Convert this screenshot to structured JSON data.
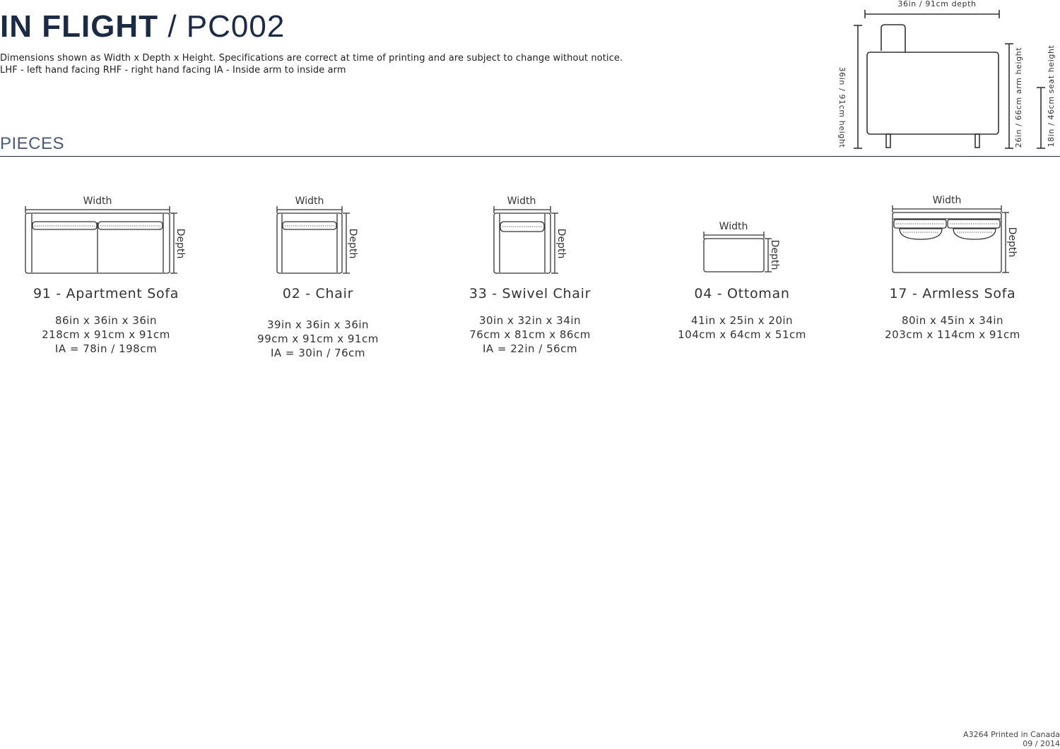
{
  "header": {
    "title_name": "IN FLIGHT",
    "title_code": "/ PC002",
    "note_line1": "Dimensions shown as Width x Depth x Height. Specifications are correct at time of printing and are subject to change without notice.",
    "note_line2": "LHF - left hand facing RHF - right hand facing IA - Inside arm to inside arm"
  },
  "section": {
    "title": "PIECES"
  },
  "side_view": {
    "depth_label": "36in / 91cm depth",
    "height_label": "36in / 91cm height",
    "arm_height_label": "26in / 66cm arm height",
    "seat_height_label": "18in / 46cm seat height"
  },
  "pieces": [
    {
      "name": "91 - Apartment Sofa",
      "width_label": "Width",
      "depth_label": "Depth",
      "specs": [
        "86in x 36in x 36in",
        "218cm x 91cm x 91cm",
        "IA = 78in / 198cm"
      ]
    },
    {
      "name": "02 - Chair",
      "width_label": "Width",
      "depth_label": "Depth",
      "specs": [
        "39in x 36in x 36in",
        "99cm x 91cm x 91cm",
        "IA = 30in / 76cm"
      ]
    },
    {
      "name": "33 - Swivel Chair",
      "width_label": "Width",
      "depth_label": "Depth",
      "specs": [
        "30in x 32in x 34in",
        "76cm x 81cm x 86cm",
        "IA = 22in / 56cm"
      ]
    },
    {
      "name": "04 - Ottoman",
      "width_label": "Width",
      "depth_label": "Depth",
      "specs": [
        "41in x 25in x 20in",
        "104cm x 64cm x 51cm"
      ]
    },
    {
      "name": "17 - Armless Sofa",
      "width_label": "Width",
      "depth_label": "Depth",
      "specs": [
        "80in x 45in x 34in",
        "203cm x 114cm x 91cm"
      ]
    }
  ],
  "footer": {
    "print_code": "A3264 Printed in Canada",
    "date": "09 / 2014"
  },
  "colors": {
    "brand_navy": "#1c2b45",
    "text": "#333333",
    "line": "#444444"
  }
}
